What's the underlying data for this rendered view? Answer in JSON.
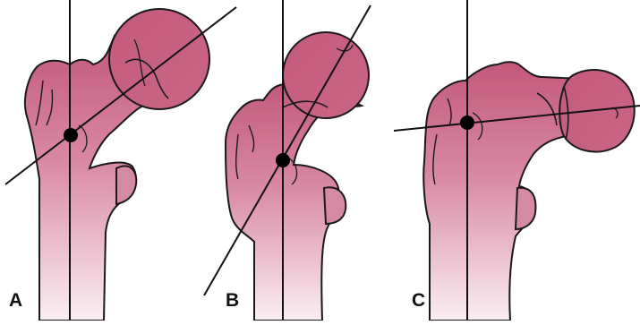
{
  "panels": [
    {
      "label": "A"
    },
    {
      "label": "B"
    },
    {
      "label": "C"
    }
  ],
  "colors": {
    "bone_fill_top": "#c2587a",
    "bone_fill_bottom": "#fbeef3",
    "head_fill": "#c45a7c",
    "outline": "#1a1a1a",
    "axis_line": "#111111",
    "center_dot": "#000000",
    "background": "#ffffff"
  }
}
